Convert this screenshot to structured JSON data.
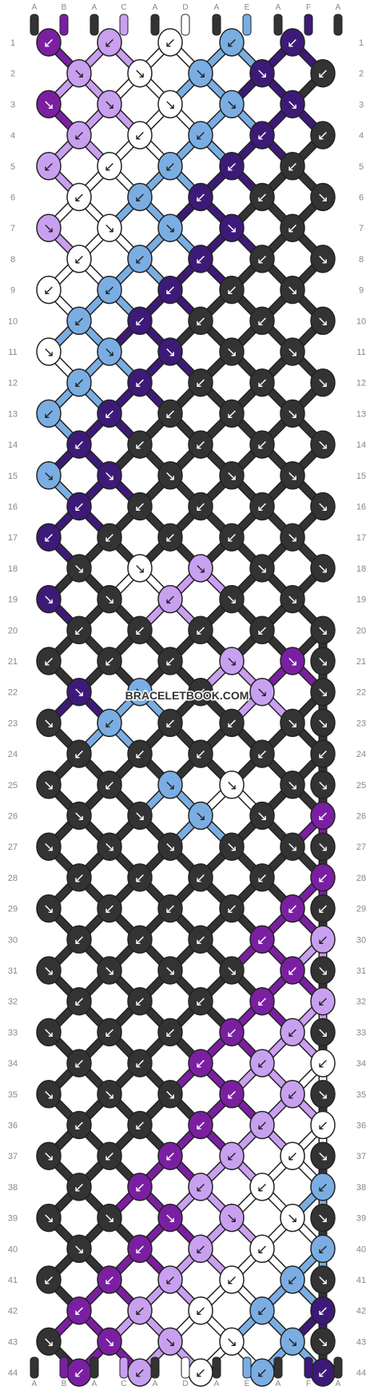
{
  "watermark": "BRACELETBOOK.COM",
  "strings_top": [
    {
      "label": "A",
      "color": "#333333"
    },
    {
      "label": "B",
      "color": "#7b1fa2"
    },
    {
      "label": "A",
      "color": "#333333"
    },
    {
      "label": "C",
      "color": "#c9a0f0"
    },
    {
      "label": "A",
      "color": "#333333"
    },
    {
      "label": "D",
      "color": "#ffffff"
    },
    {
      "label": "A",
      "color": "#333333"
    },
    {
      "label": "E",
      "color": "#7aaee3"
    },
    {
      "label": "A",
      "color": "#333333"
    },
    {
      "label": "F",
      "color": "#3d1a78"
    },
    {
      "label": "A",
      "color": "#333333"
    }
  ],
  "strings_bottom": [
    {
      "label": "A",
      "color": "#333333"
    },
    {
      "label": "B",
      "color": "#7b1fa2"
    },
    {
      "label": "A",
      "color": "#333333"
    },
    {
      "label": "C",
      "color": "#c9a0f0"
    },
    {
      "label": "A",
      "color": "#333333"
    },
    {
      "label": "D",
      "color": "#ffffff"
    },
    {
      "label": "A",
      "color": "#333333"
    },
    {
      "label": "E",
      "color": "#7aaee3"
    },
    {
      "label": "A",
      "color": "#333333"
    },
    {
      "label": "F",
      "color": "#3d1a78"
    },
    {
      "label": "A",
      "color": "#333333"
    }
  ],
  "row_numbers": [
    "1",
    "2",
    "3",
    "4",
    "5",
    "6",
    "7",
    "8",
    "9",
    "10",
    "11",
    "12",
    "13",
    "14",
    "15",
    "16",
    "17",
    "18",
    "19",
    "20",
    "21",
    "22",
    "23",
    "24",
    "25",
    "26",
    "27",
    "28",
    "29",
    "30",
    "31",
    "32",
    "33",
    "34",
    "35",
    "36",
    "37",
    "38",
    "39",
    "40",
    "41",
    "42",
    "43",
    "44"
  ],
  "colors": {
    "A": "#333333",
    "B": "#7b1fa2",
    "C": "#c9a0f0",
    "D": "#ffffff",
    "E": "#7aaee3",
    "F": "#3d1a78",
    "label": "#888888",
    "outline": "#222222"
  },
  "knots": [
    [
      "B",
      "C",
      "D",
      "E",
      "F"
    ],
    [
      "C",
      "D",
      "E",
      "F",
      "A"
    ],
    [
      "B",
      "C",
      "D",
      "E",
      "F"
    ],
    [
      "C",
      "D",
      "E",
      "F",
      "A"
    ],
    [
      "C",
      "D",
      "E",
      "F",
      "A"
    ],
    [
      "D",
      "E",
      "F",
      "A",
      "A"
    ],
    [
      "C",
      "D",
      "E",
      "F",
      "A"
    ],
    [
      "D",
      "E",
      "F",
      "A",
      "A"
    ],
    [
      "D",
      "E",
      "F",
      "A",
      "A"
    ],
    [
      "E",
      "F",
      "A",
      "A",
      "A"
    ],
    [
      "D",
      "E",
      "F",
      "A",
      "A"
    ],
    [
      "E",
      "F",
      "A",
      "A",
      "A"
    ],
    [
      "E",
      "F",
      "A",
      "A",
      "A"
    ],
    [
      "F",
      "A",
      "A",
      "A",
      "A"
    ],
    [
      "E",
      "F",
      "A",
      "A",
      "A"
    ],
    [
      "F",
      "A",
      "A",
      "A",
      "A"
    ],
    [
      "F",
      "A",
      "A",
      "A",
      "A"
    ],
    [
      "A",
      "D",
      "C",
      "A",
      "A"
    ],
    [
      "F",
      "A",
      "C",
      "A",
      "A"
    ],
    [
      "A",
      "A",
      "A",
      "A",
      "A"
    ],
    [
      "A",
      "A",
      "A",
      "C",
      "B",
      "A"
    ],
    [
      "F",
      "E",
      "A",
      "C",
      "A"
    ],
    [
      "A",
      "E",
      "A",
      "A",
      "A",
      "A"
    ],
    [
      "A",
      "A",
      "A",
      "A",
      "A"
    ],
    [
      "A",
      "A",
      "E",
      "D",
      "A",
      "A"
    ],
    [
      "A",
      "A",
      "E",
      "A",
      "B"
    ],
    [
      "A",
      "A",
      "A",
      "A",
      "A",
      "A"
    ],
    [
      "A",
      "A",
      "A",
      "A",
      "B"
    ],
    [
      "A",
      "A",
      "A",
      "A",
      "B",
      "A"
    ],
    [
      "A",
      "A",
      "A",
      "B",
      "C"
    ],
    [
      "A",
      "A",
      "A",
      "A",
      "B",
      "A"
    ],
    [
      "A",
      "A",
      "A",
      "B",
      "C"
    ],
    [
      "A",
      "A",
      "A",
      "B",
      "C",
      "A"
    ],
    [
      "A",
      "A",
      "B",
      "C",
      "D"
    ],
    [
      "A",
      "A",
      "A",
      "B",
      "C",
      "A"
    ],
    [
      "A",
      "A",
      "B",
      "C",
      "D"
    ],
    [
      "A",
      "A",
      "B",
      "C",
      "D",
      "A"
    ],
    [
      "A",
      "B",
      "C",
      "D",
      "E"
    ],
    [
      "A",
      "A",
      "B",
      "C",
      "D",
      "A"
    ],
    [
      "A",
      "B",
      "C",
      "D",
      "E"
    ],
    [
      "A",
      "B",
      "C",
      "D",
      "E",
      "A"
    ],
    [
      "B",
      "C",
      "D",
      "E",
      "F"
    ],
    [
      "A",
      "B",
      "C",
      "D",
      "E",
      "A"
    ],
    [
      "B",
      "C",
      "D",
      "E",
      "F"
    ]
  ],
  "arrows": [
    [
      "↙",
      "↙",
      "↙",
      "↙",
      "↙"
    ],
    [
      "↘",
      "↘",
      "↘",
      "↘",
      "↙"
    ],
    [
      "↘",
      "↘",
      "↘",
      "↘",
      "↘"
    ],
    [
      "↙",
      "↙",
      "↙",
      "↙",
      "↙"
    ],
    [
      "↙",
      "↙",
      "↙",
      "↙",
      "↙"
    ],
    [
      "↙",
      "↙",
      "↙",
      "↙",
      "↘"
    ],
    [
      "↘",
      "↘",
      "↘",
      "↘",
      "↙"
    ],
    [
      "↙",
      "↙",
      "↙",
      "↙",
      "↘"
    ],
    [
      "↙",
      "↙",
      "↙",
      "↙",
      "↘"
    ],
    [
      "↙",
      "↙",
      "↙",
      "↙",
      "↘"
    ],
    [
      "↘",
      "↘",
      "↘",
      "↘",
      "↘"
    ],
    [
      "↙",
      "↙",
      "↙",
      "↙",
      "↘"
    ],
    [
      "↙",
      "↙",
      "↙",
      "↙",
      "↘"
    ],
    [
      "↙",
      "↙",
      "↙",
      "↙",
      "↘"
    ],
    [
      "↘",
      "↘",
      "↘",
      "↘",
      "↘"
    ],
    [
      "↙",
      "↙",
      "↙",
      "↙",
      "↘"
    ],
    [
      "↙",
      "↙",
      "↙",
      "↙",
      "↘"
    ],
    [
      "↘",
      "↘",
      "↘",
      "↘",
      "↘"
    ],
    [
      "↘",
      "↘",
      "↙",
      "↘",
      "↘"
    ],
    [
      "↙",
      "↙",
      "↙",
      "↙",
      "↘"
    ],
    [
      "↙",
      "↙",
      "↙",
      "↘",
      "↘",
      "↘"
    ],
    [
      "↘",
      "↘",
      "↙",
      "↘",
      "↘"
    ],
    [
      "↘",
      "↙",
      "↙",
      "↙",
      "↘",
      "↘"
    ],
    [
      "↙",
      "↙",
      "↙",
      "↙",
      "↙"
    ],
    [
      "↘",
      "↙",
      "↘",
      "↘",
      "↘",
      "↘"
    ],
    [
      "↘",
      "↘",
      "↘",
      "↘",
      "↙"
    ],
    [
      "↘",
      "↘",
      "↘",
      "↘",
      "↘",
      "↘"
    ],
    [
      "↙",
      "↙",
      "↙",
      "↙",
      "↙"
    ],
    [
      "↘",
      "↙",
      "↙",
      "↙",
      "↙",
      "↙"
    ],
    [
      "↙",
      "↙",
      "↙",
      "↙",
      "↙"
    ],
    [
      "↘",
      "↘",
      "↘",
      "↘",
      "↙",
      "↘"
    ],
    [
      "↙",
      "↙",
      "↙",
      "↙",
      "↙"
    ],
    [
      "↘",
      "↙",
      "↙",
      "↙",
      "↙",
      "↘"
    ],
    [
      "↙",
      "↙",
      "↙",
      "↙",
      "↙"
    ],
    [
      "↘",
      "↘",
      "↘",
      "↙",
      "↙",
      "↘"
    ],
    [
      "↙",
      "↙",
      "↙",
      "↙",
      "↙"
    ],
    [
      "↘",
      "↙",
      "↙",
      "↙",
      "↙",
      "↘"
    ],
    [
      "↙",
      "↙",
      "↙",
      "↙",
      "↙"
    ],
    [
      "↘",
      "↘",
      "↘",
      "↘",
      "↘",
      "↘"
    ],
    [
      "↘",
      "↙",
      "↙",
      "↙",
      "↙"
    ],
    [
      "↙",
      "↙",
      "↙",
      "↙",
      "↙",
      "↘"
    ],
    [
      "↙",
      "↙",
      "↙",
      "↙",
      "↙"
    ],
    [
      "↘",
      "↘",
      "↘",
      "↘",
      "↘",
      "↘"
    ],
    [
      "↙",
      "↙",
      "↙",
      "↙",
      "↙"
    ]
  ]
}
